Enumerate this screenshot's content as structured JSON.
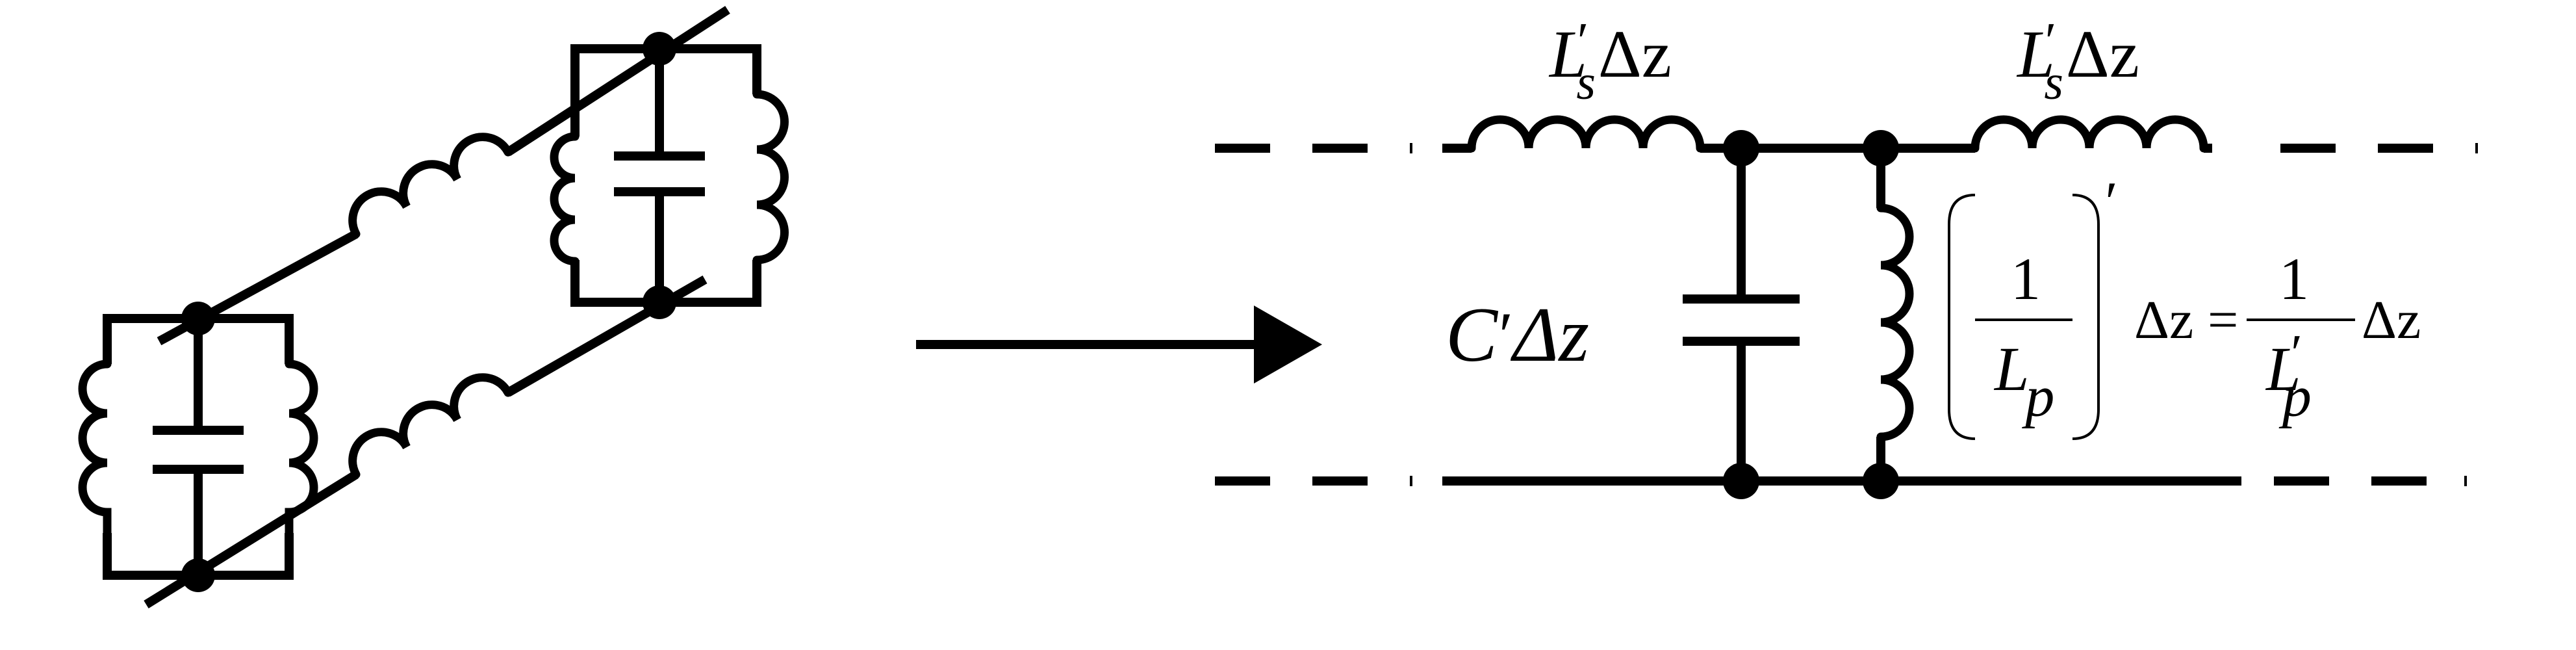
{
  "labels": {
    "series_inductance_left": {
      "sym": "L",
      "sup": "′",
      "sub": "s",
      "tail": "Δz"
    },
    "series_inductance_right": {
      "sym": "L",
      "sup": "′",
      "sub": "s",
      "tail": "Δz"
    },
    "shunt_capacitance": {
      "sym": "C",
      "sup": "′",
      "tail": "Δz"
    },
    "shunt_inductance": {
      "fraction_numerator": "1",
      "fraction_denominator": "L",
      "fraction_denominator_sub": "p",
      "outer_prime": "′",
      "delta_z_left": "Δz",
      "equals": "=",
      "rhs_numerator": "1",
      "rhs_denominator": "L",
      "rhs_denominator_sup": "′",
      "rhs_denominator_sub": "p",
      "delta_z_right": "Δz"
    }
  }
}
